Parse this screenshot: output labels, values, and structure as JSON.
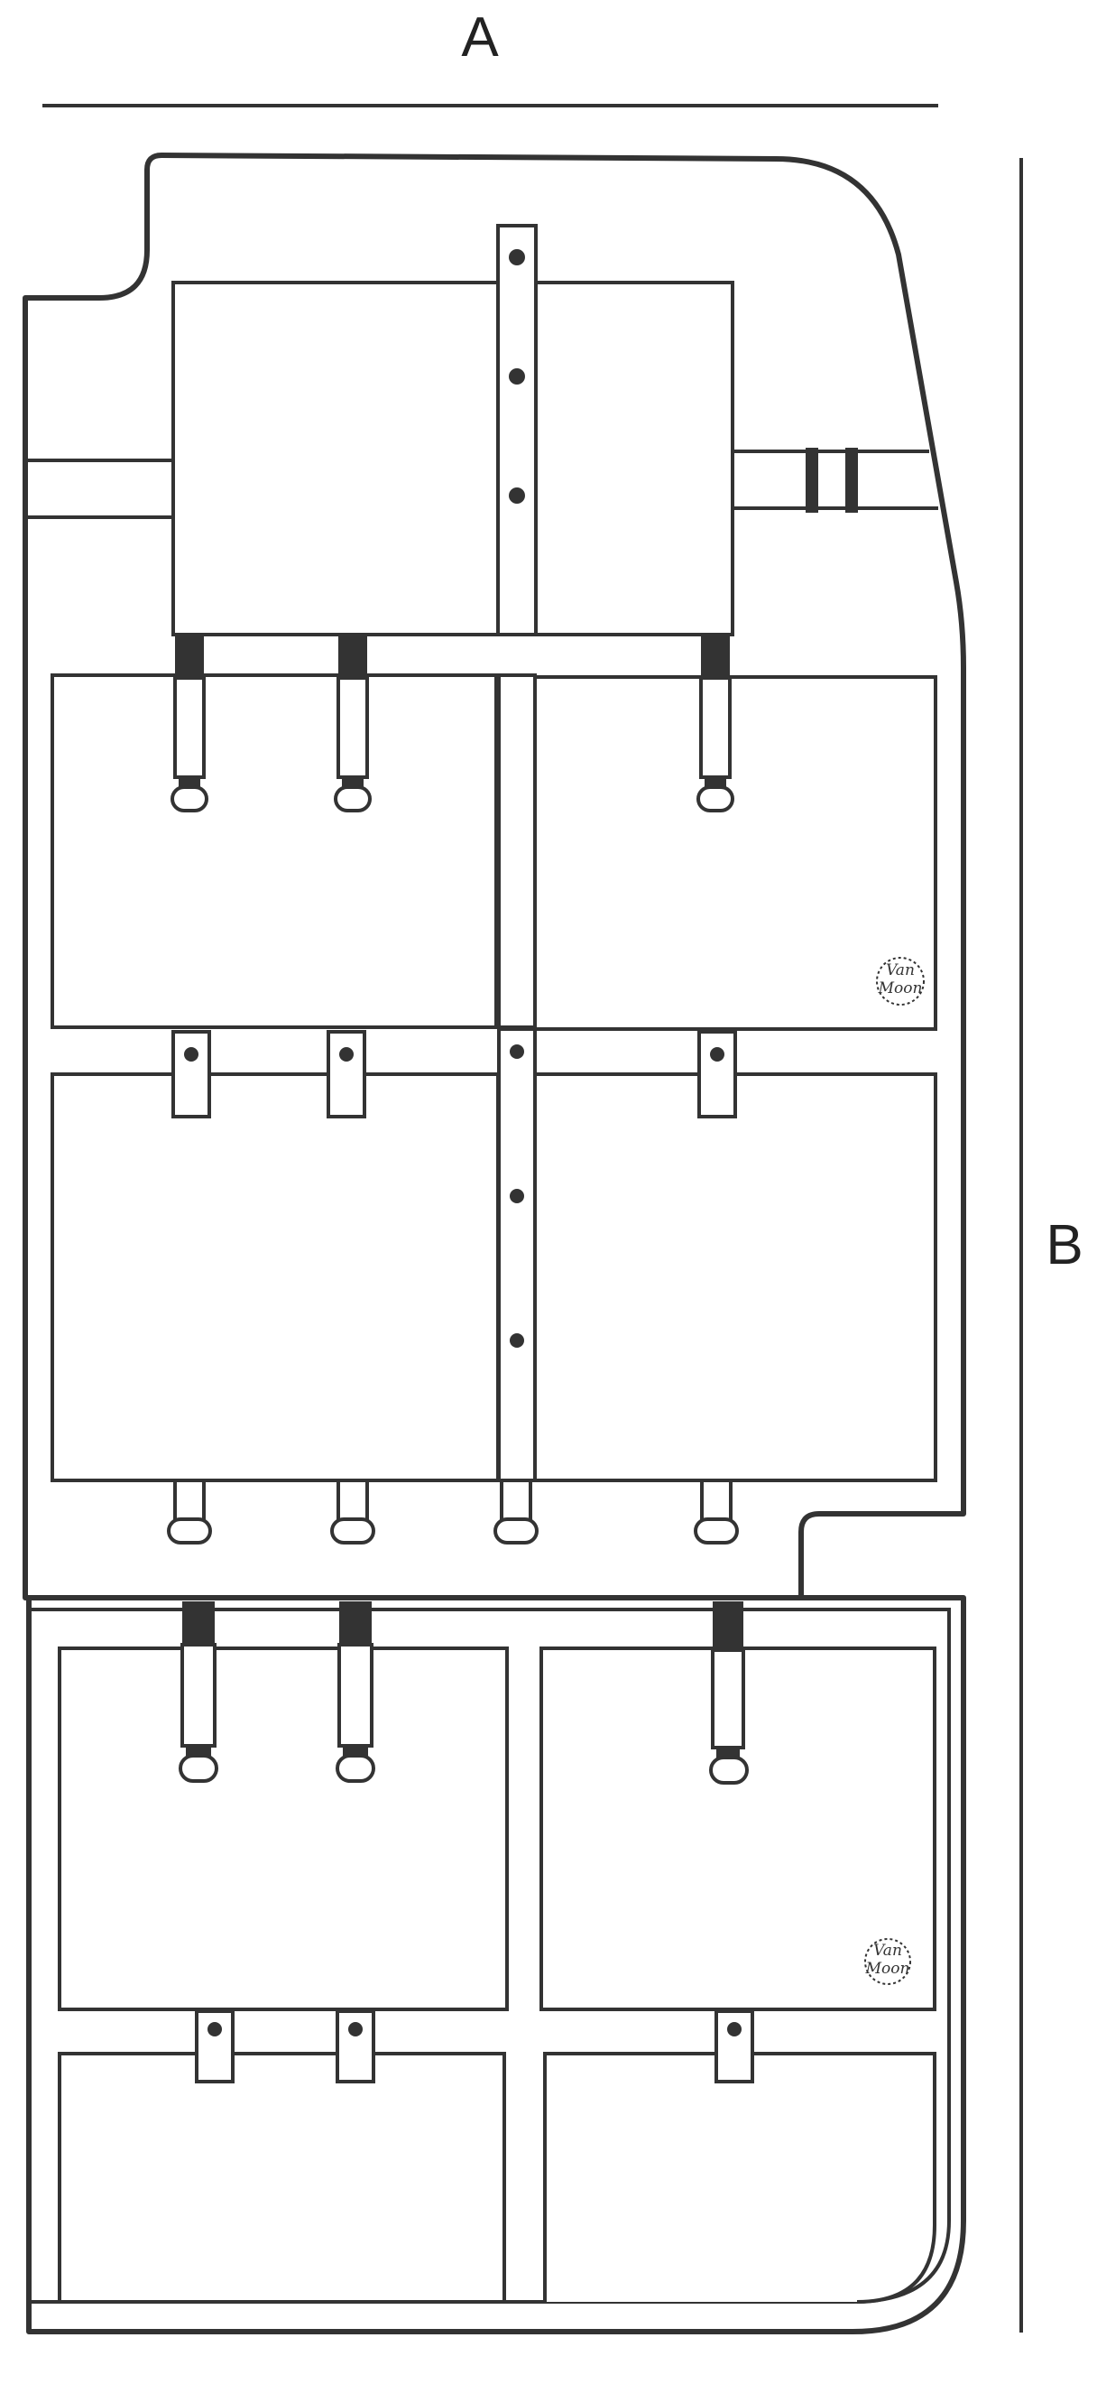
{
  "dimensions": {
    "width_label": "A",
    "height_label": "B"
  },
  "logo": {
    "line1": "Van",
    "line2": "Moon"
  },
  "colors": {
    "line": "#333333",
    "strap": "#333333",
    "background": "#ffffff"
  }
}
